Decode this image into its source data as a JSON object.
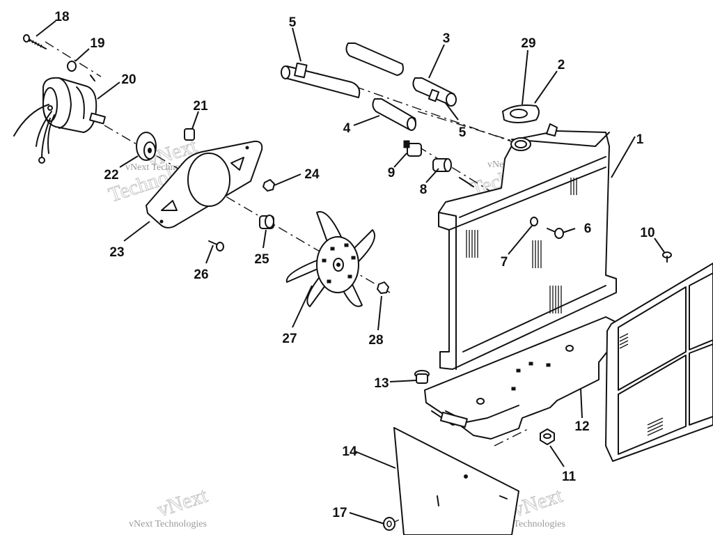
{
  "watermark": {
    "company": "vNext Technologies",
    "big_word_1": "vNext",
    "big_word_2": "Technologies"
  },
  "callouts": [
    {
      "id": "1",
      "label": "1"
    },
    {
      "id": "2",
      "label": "2"
    },
    {
      "id": "3",
      "label": "3"
    },
    {
      "id": "4",
      "label": "4"
    },
    {
      "id": "5a",
      "label": "5"
    },
    {
      "id": "5b",
      "label": "5"
    },
    {
      "id": "6",
      "label": "6"
    },
    {
      "id": "7",
      "label": "7"
    },
    {
      "id": "8",
      "label": "8"
    },
    {
      "id": "9",
      "label": "9"
    },
    {
      "id": "10",
      "label": "10"
    },
    {
      "id": "11",
      "label": "11"
    },
    {
      "id": "12",
      "label": "12"
    },
    {
      "id": "13",
      "label": "13"
    },
    {
      "id": "14",
      "label": "14"
    },
    {
      "id": "17",
      "label": "17"
    },
    {
      "id": "18",
      "label": "18"
    },
    {
      "id": "19",
      "label": "19"
    },
    {
      "id": "20",
      "label": "20"
    },
    {
      "id": "21",
      "label": "21"
    },
    {
      "id": "22",
      "label": "22"
    },
    {
      "id": "23",
      "label": "23"
    },
    {
      "id": "24",
      "label": "24"
    },
    {
      "id": "25",
      "label": "25"
    },
    {
      "id": "26",
      "label": "26"
    },
    {
      "id": "27",
      "label": "27"
    },
    {
      "id": "28",
      "label": "28"
    },
    {
      "id": "29",
      "label": "29"
    }
  ]
}
